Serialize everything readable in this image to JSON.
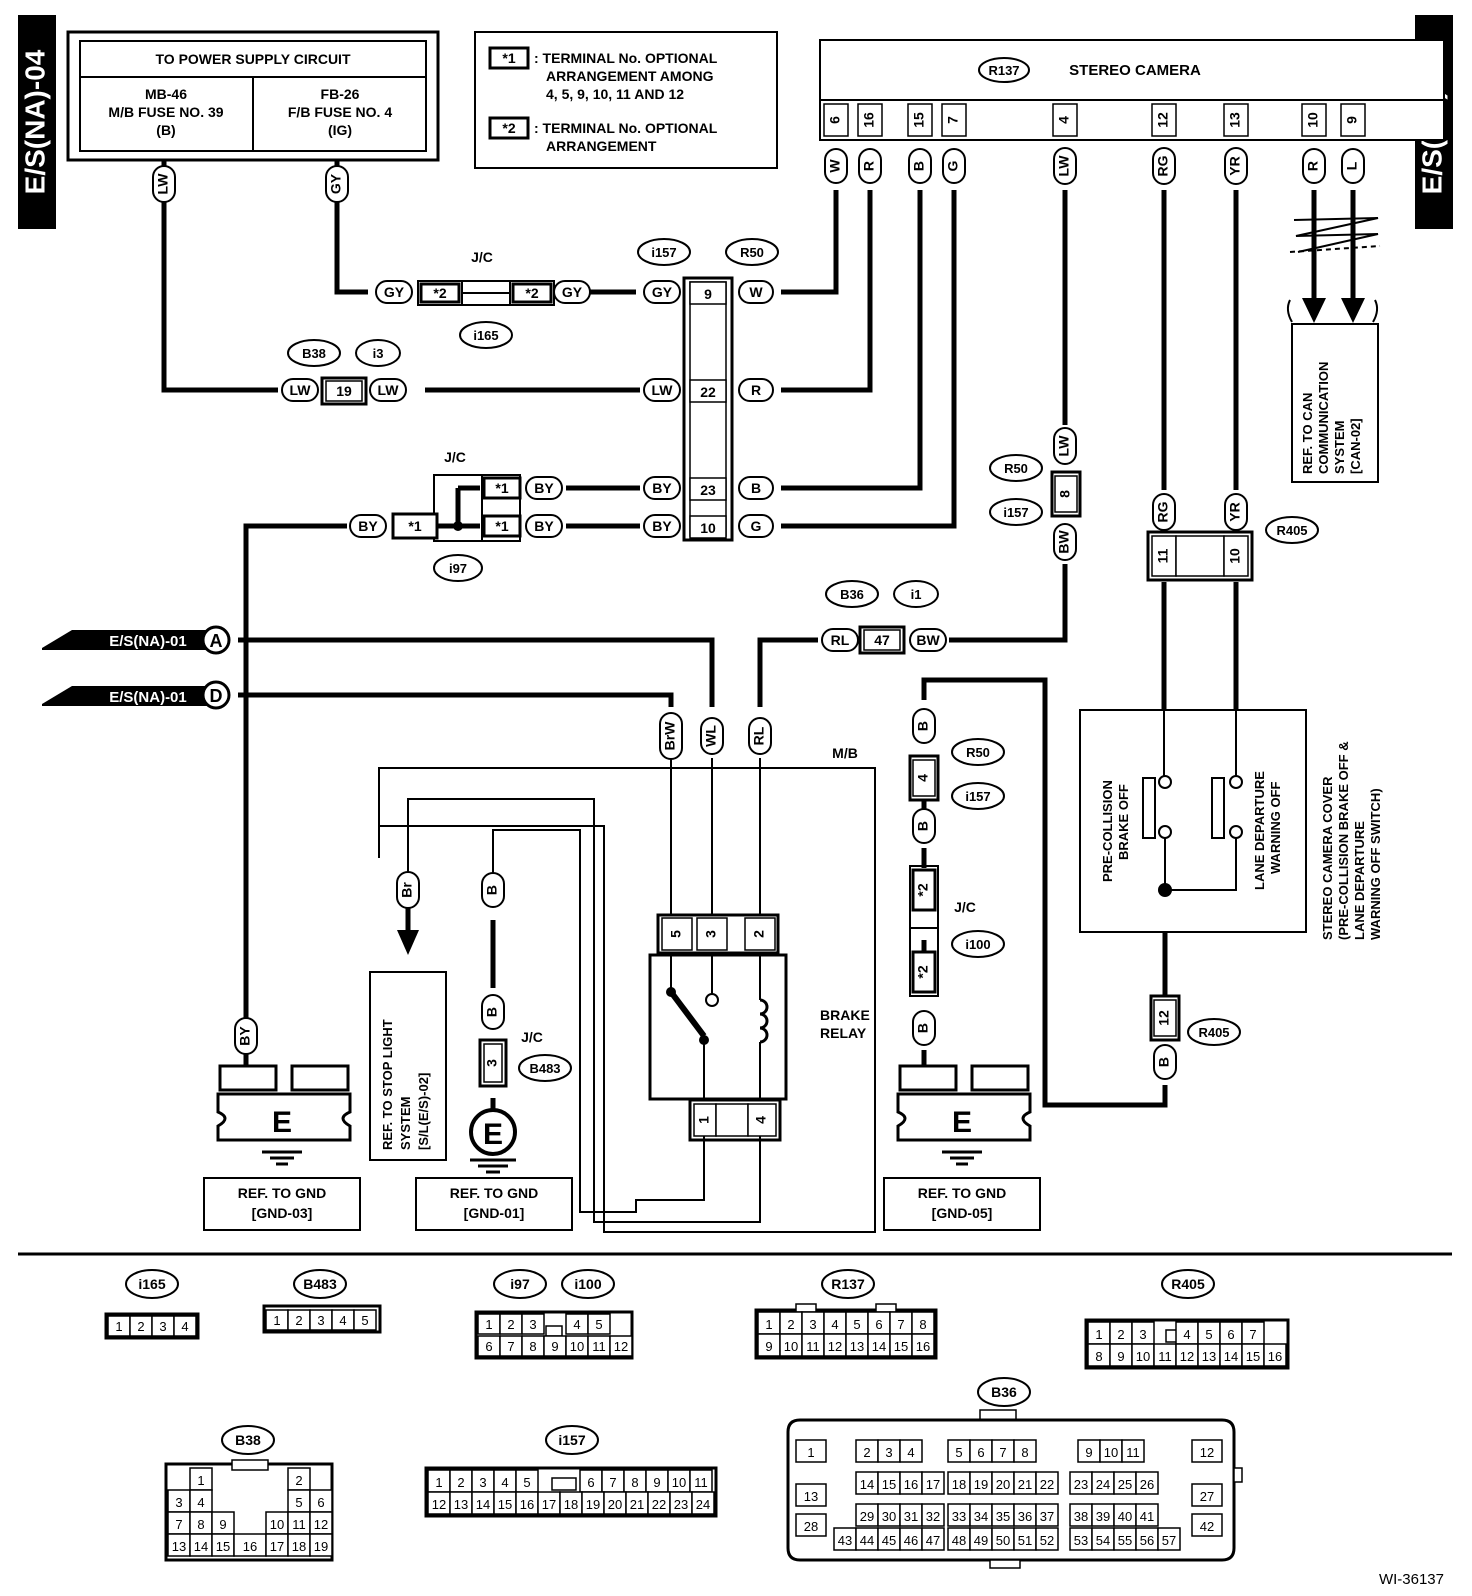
{
  "side_tag": "E/S(NA)-04",
  "figure_id": "WI-36137",
  "power_supply": {
    "title": "TO POWER SUPPLY CIRCUIT",
    "left": [
      "MB-46",
      "M/B FUSE NO. 39",
      "(B)"
    ],
    "right": [
      "FB-26",
      "F/B FUSE NO. 4",
      "(IG)"
    ]
  },
  "notes": {
    "n1_mark": "*1",
    "n1_text": [
      ": TERMINAL No. OPTIONAL",
      "ARRANGEMENT AMONG",
      "4, 5, 9, 10, 11 AND 12"
    ],
    "n2_mark": "*2",
    "n2_text": [
      ": TERMINAL No. OPTIONAL",
      "ARRANGEMENT"
    ]
  },
  "camera": {
    "id": "R137",
    "title": "STEREO CAMERA",
    "pins": [
      "6",
      "16",
      "15",
      "7",
      "4",
      "12",
      "13",
      "10",
      "9"
    ],
    "wires": [
      "W",
      "R",
      "B",
      "G",
      "LW",
      "RG",
      "YR",
      "R",
      "L"
    ]
  },
  "can_ref": [
    "REF. TO CAN",
    "COMMUNICATION",
    "SYSTEM",
    "[CAN-02]"
  ],
  "labels": {
    "jc": "J/C",
    "mb": "M/B",
    "brake_relay": [
      "BRAKE",
      "RELAY"
    ],
    "switch_cover": [
      "STEREO CAMERA COVER",
      "(PRE-COLLISION BRAKE OFF &",
      "LANE DEPARTURE",
      "WARNING OFF SWITCH)"
    ],
    "pre_collision": [
      "PRE-COLLISION",
      "BRAKE OFF"
    ],
    "lane_departure": [
      "LANE DEPARTURE",
      "WARNING OFF"
    ],
    "stop_light_ref": [
      "REF. TO STOP LIGHT",
      "SYSTEM",
      "[S/L(E/S)-02]"
    ],
    "ground_symbol": "E",
    "gnd_refs": [
      [
        "REF. TO GND",
        "[GND-03]"
      ],
      [
        "REF. TO GND",
        "[GND-01]"
      ],
      [
        "REF. TO GND",
        "[GND-05]"
      ]
    ],
    "offpage_a": "E/S(NA)-01",
    "offpage_a_letter": "A",
    "offpage_d": "E/S(NA)-01",
    "offpage_d_letter": "D"
  },
  "connector_ids": {
    "i157": "i157",
    "r50": "R50",
    "i165": "i165",
    "b38": "B38",
    "i3": "i3",
    "i97": "i97",
    "b36": "B36",
    "i1": "i1",
    "r405": "R405",
    "i100": "i100",
    "b483": "B483"
  },
  "wire_labels": {
    "lw": "LW",
    "gy": "GY",
    "w": "W",
    "r": "R",
    "b": "B",
    "g": "G",
    "by": "BY",
    "bw": "BW",
    "rl": "RL",
    "brw": "BrW",
    "wl": "WL",
    "br": "Br",
    "rg": "RG",
    "yr": "YR"
  },
  "pin_labels": {
    "p9": "9",
    "p22": "22",
    "p23": "23",
    "p10": "10",
    "p19": "19",
    "p47": "47",
    "p8": "8",
    "p11": "11",
    "p12": "12",
    "p4": "4",
    "p3": "3",
    "p5": "5",
    "p2": "2",
    "p1": "1",
    "s1": "*1",
    "s2": "*2"
  },
  "connector_layouts": {
    "i165": {
      "id": "i165",
      "rows": [
        [
          "1",
          "2",
          "3",
          "4"
        ]
      ]
    },
    "b483": {
      "id": "B483",
      "rows": [
        [
          "1",
          "2",
          "3",
          "4",
          "5"
        ]
      ]
    },
    "i97_i100": {
      "ids": [
        "i97",
        "i100"
      ],
      "rows": [
        [
          "1",
          "2",
          "3",
          "",
          "4",
          "5"
        ],
        [
          "6",
          "7",
          "8",
          "9",
          "10",
          "11",
          "12"
        ]
      ]
    },
    "r137": {
      "id": "R137",
      "rows": [
        [
          "1",
          "2",
          "3",
          "4",
          "5",
          "6",
          "7",
          "8"
        ],
        [
          "9",
          "10",
          "11",
          "12",
          "13",
          "14",
          "15",
          "16"
        ]
      ]
    },
    "r405": {
      "id": "R405",
      "rows": [
        [
          "1",
          "2",
          "3",
          "",
          "4",
          "5",
          "6",
          "7"
        ],
        [
          "8",
          "9",
          "10",
          "11",
          "12",
          "13",
          "14",
          "15",
          "16"
        ]
      ]
    },
    "b38": {
      "id": "B38",
      "rows": [
        [
          "1",
          "2"
        ],
        [
          "3",
          "4",
          "5",
          "6"
        ],
        [
          "7",
          "8",
          "9",
          "10",
          "11",
          "12"
        ],
        [
          "13",
          "14",
          "15",
          "16",
          "17",
          "18",
          "19"
        ]
      ]
    },
    "i157": {
      "id": "i157",
      "rows": [
        [
          "1",
          "2",
          "3",
          "4",
          "5",
          "6",
          "7",
          "8",
          "9",
          "10",
          "11"
        ],
        [
          "12",
          "13",
          "14",
          "15",
          "16",
          "17",
          "18",
          "19",
          "20",
          "21",
          "22",
          "23",
          "24"
        ]
      ]
    },
    "b36": {
      "id": "B36",
      "groups": [
        [
          "1"
        ],
        [
          "2",
          "3",
          "4"
        ],
        [
          "5",
          "6",
          "7",
          "8"
        ],
        [
          "9",
          "10",
          "11"
        ],
        [
          "12"
        ],
        [
          "13"
        ],
        [
          "14",
          "15",
          "16",
          "17"
        ],
        [
          "18",
          "19",
          "20",
          "21",
          "22"
        ],
        [
          "23",
          "24",
          "25",
          "26"
        ],
        [
          "27"
        ],
        [
          "28"
        ],
        [
          "29",
          "30",
          "31",
          "32"
        ],
        [
          "33",
          "34",
          "35",
          "36",
          "37"
        ],
        [
          "38",
          "39",
          "40",
          "41"
        ],
        [
          "42"
        ],
        [
          "43",
          "44",
          "45",
          "46",
          "47"
        ],
        [
          "48",
          "49",
          "50",
          "51",
          "52"
        ],
        [
          "53",
          "54",
          "55",
          "56",
          "57"
        ]
      ]
    }
  }
}
